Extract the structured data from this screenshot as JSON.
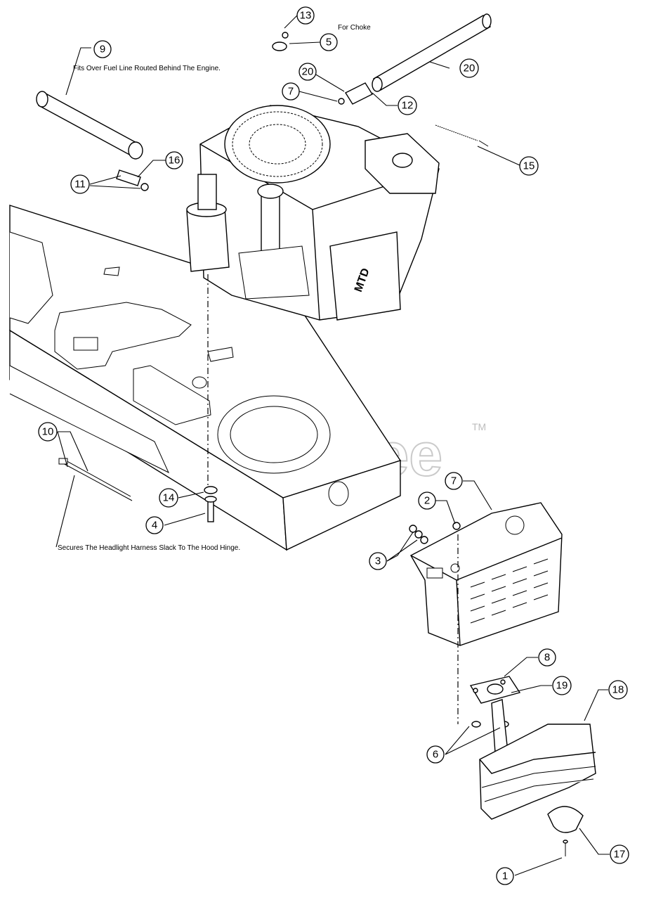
{
  "diagram": {
    "watermark": "PartsTree",
    "watermark_tm": "TM",
    "engine_brand": "MTD",
    "notes": {
      "choke": "For Choke",
      "fuel_line": "Fits Over Fuel Line Routed Behind The Engine.",
      "headlight": "Secures The Headlight Harness Slack To The Hood Hinge."
    },
    "callouts": [
      {
        "id": "c13",
        "label": "13"
      },
      {
        "id": "c5",
        "label": "5"
      },
      {
        "id": "c9",
        "label": "9"
      },
      {
        "id": "c20a",
        "label": "20"
      },
      {
        "id": "c20b",
        "label": "20"
      },
      {
        "id": "c7a",
        "label": "7"
      },
      {
        "id": "c12",
        "label": "12"
      },
      {
        "id": "c16",
        "label": "16"
      },
      {
        "id": "c11",
        "label": "11"
      },
      {
        "id": "c15",
        "label": "15"
      },
      {
        "id": "c10",
        "label": "10"
      },
      {
        "id": "c14",
        "label": "14"
      },
      {
        "id": "c4",
        "label": "4"
      },
      {
        "id": "c7b",
        "label": "7"
      },
      {
        "id": "c2",
        "label": "2"
      },
      {
        "id": "c3",
        "label": "3"
      },
      {
        "id": "c8",
        "label": "8"
      },
      {
        "id": "c19",
        "label": "19"
      },
      {
        "id": "c18",
        "label": "18"
      },
      {
        "id": "c6",
        "label": "6"
      },
      {
        "id": "c17",
        "label": "17"
      },
      {
        "id": "c1",
        "label": "1"
      }
    ]
  }
}
